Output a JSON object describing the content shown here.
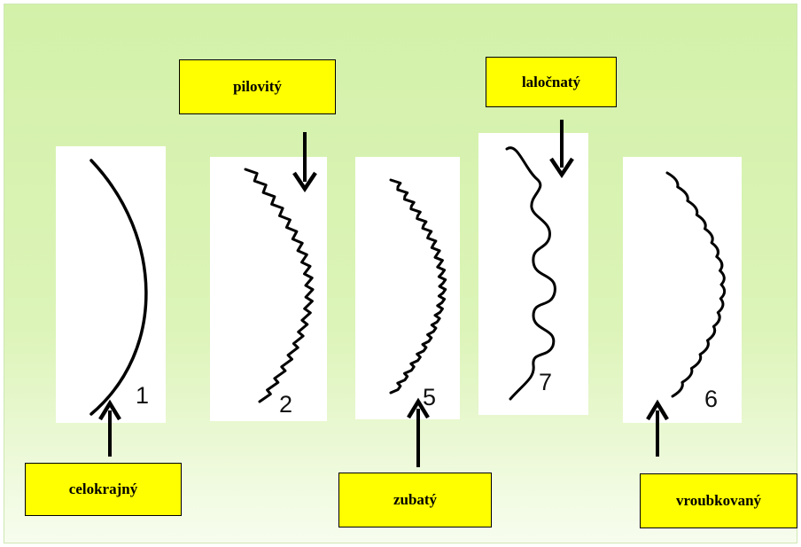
{
  "panels": [
    {
      "id": "1",
      "number": "1"
    },
    {
      "id": "2",
      "number": "2"
    },
    {
      "id": "5",
      "number": "5"
    },
    {
      "id": "7",
      "number": "7"
    },
    {
      "id": "6",
      "number": "6"
    }
  ],
  "labels": {
    "celokrajny": "celokrajný",
    "pilovity": "pilovitý",
    "zubaty": "zubatý",
    "lalocnaty": "laločnatý",
    "vroubkovany": "vroubkovaný"
  },
  "colors": {
    "background": "#d3f1a9",
    "label_fill": "#ffff00",
    "stroke": "#000000"
  }
}
